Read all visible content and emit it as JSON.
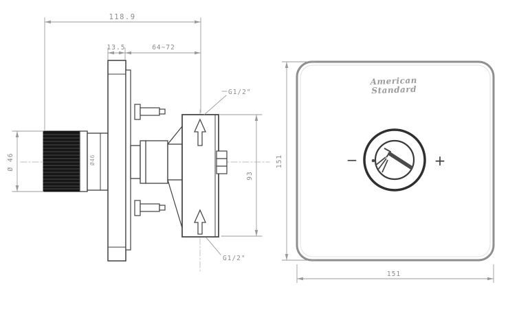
{
  "colors": {
    "background": "#ffffff",
    "object_line": "#3f3f3f",
    "dim_line": "#9a9a9a",
    "dim_text": "#8a8a8a",
    "knurl_fill": "#161616",
    "knurl_ridge": "#4a4a4a",
    "plate_stroke": "#8f8f8f",
    "logo_gray": "#9c9c9c",
    "centerline": "#bcbcbc"
  },
  "side_view": {
    "dim_overall_depth": "118.9",
    "dim_plate_thickness": "13.5",
    "dim_adjust_range": "64~72",
    "dim_knob_diameter": "Ø 46",
    "dim_trim_diameter": "Ø46",
    "dim_port_span": "93",
    "label_port_top": "G1/2\"",
    "label_port_bottom": "G1/2\""
  },
  "front_view": {
    "brand_line1": "American",
    "brand_line2": "Standard",
    "dim_height": "151",
    "dim_width": "151",
    "symbol_minus": "−",
    "symbol_plus": "+"
  }
}
